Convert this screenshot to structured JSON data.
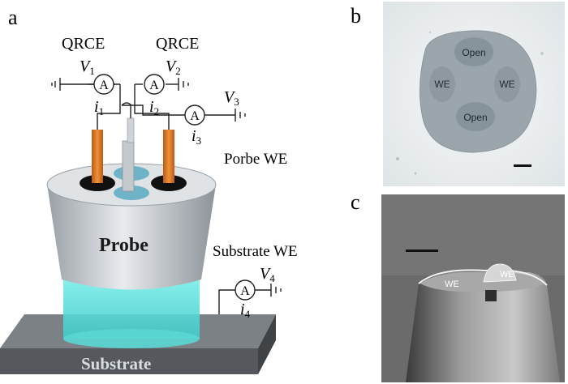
{
  "panels": {
    "a": {
      "label": "a",
      "qrce_label_1": "QRCE",
      "qrce_label_2": "QRCE",
      "probe_we_label": "Porbe WE",
      "substrate_we_label": "Substrate WE",
      "probe_label": "Probe",
      "substrate_label": "Substrate",
      "meter_symbol": "A",
      "channels": [
        {
          "v": "V",
          "v_sub": "1",
          "i": "i",
          "i_sub": "1"
        },
        {
          "v": "V",
          "v_sub": "2",
          "i": "i",
          "i_sub": "2"
        },
        {
          "v": "V",
          "v_sub": "3",
          "i": "i",
          "i_sub": "3"
        },
        {
          "v": "V",
          "v_sub": "4",
          "i": "i",
          "i_sub": "4"
        }
      ]
    },
    "b": {
      "label": "b",
      "regions": [
        "Open",
        "WE",
        "WE",
        "Open"
      ]
    },
    "c": {
      "label": "c",
      "regions": [
        "WE",
        "WE"
      ]
    }
  },
  "colors": {
    "electrode_orange": "#e07a2a",
    "probe_gray": "#c9ced3",
    "meniscus_cyan": "#5fe0dd",
    "substrate_dark": "#5b5f63",
    "optical_bg": "#eef0f1",
    "optical_disc": "#9aa6ac",
    "sem_bg": "#6e6e6e"
  }
}
